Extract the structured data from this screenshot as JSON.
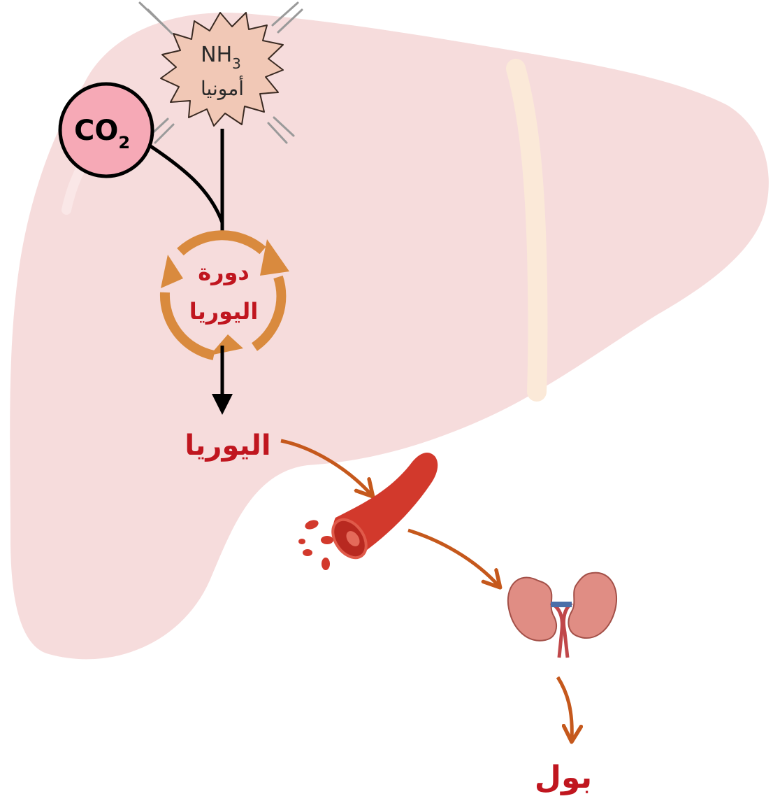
{
  "diagram": {
    "ammonia": {
      "formula_main": "NH",
      "formula_sub": "3",
      "name": "أمونيا"
    },
    "co2": {
      "formula_main": "CO",
      "formula_sub": "2"
    },
    "urea_cycle": {
      "line1": "دورة",
      "line2": "اليوريا"
    },
    "urea_label": "اليوريا",
    "urine_label": "بول"
  },
  "colors": {
    "liver": "#f6dcdc",
    "liver_band": "#fbe9d8",
    "ammonia_burst": "#f1c8b6",
    "co2_circle": "#f6a9b6",
    "cycle_arrows": "#d98a3e",
    "label_red": "#c0161f",
    "flow_arrows": "#c5581c",
    "blood_vessel": "#d2392c",
    "kidney": "#e08d84"
  }
}
